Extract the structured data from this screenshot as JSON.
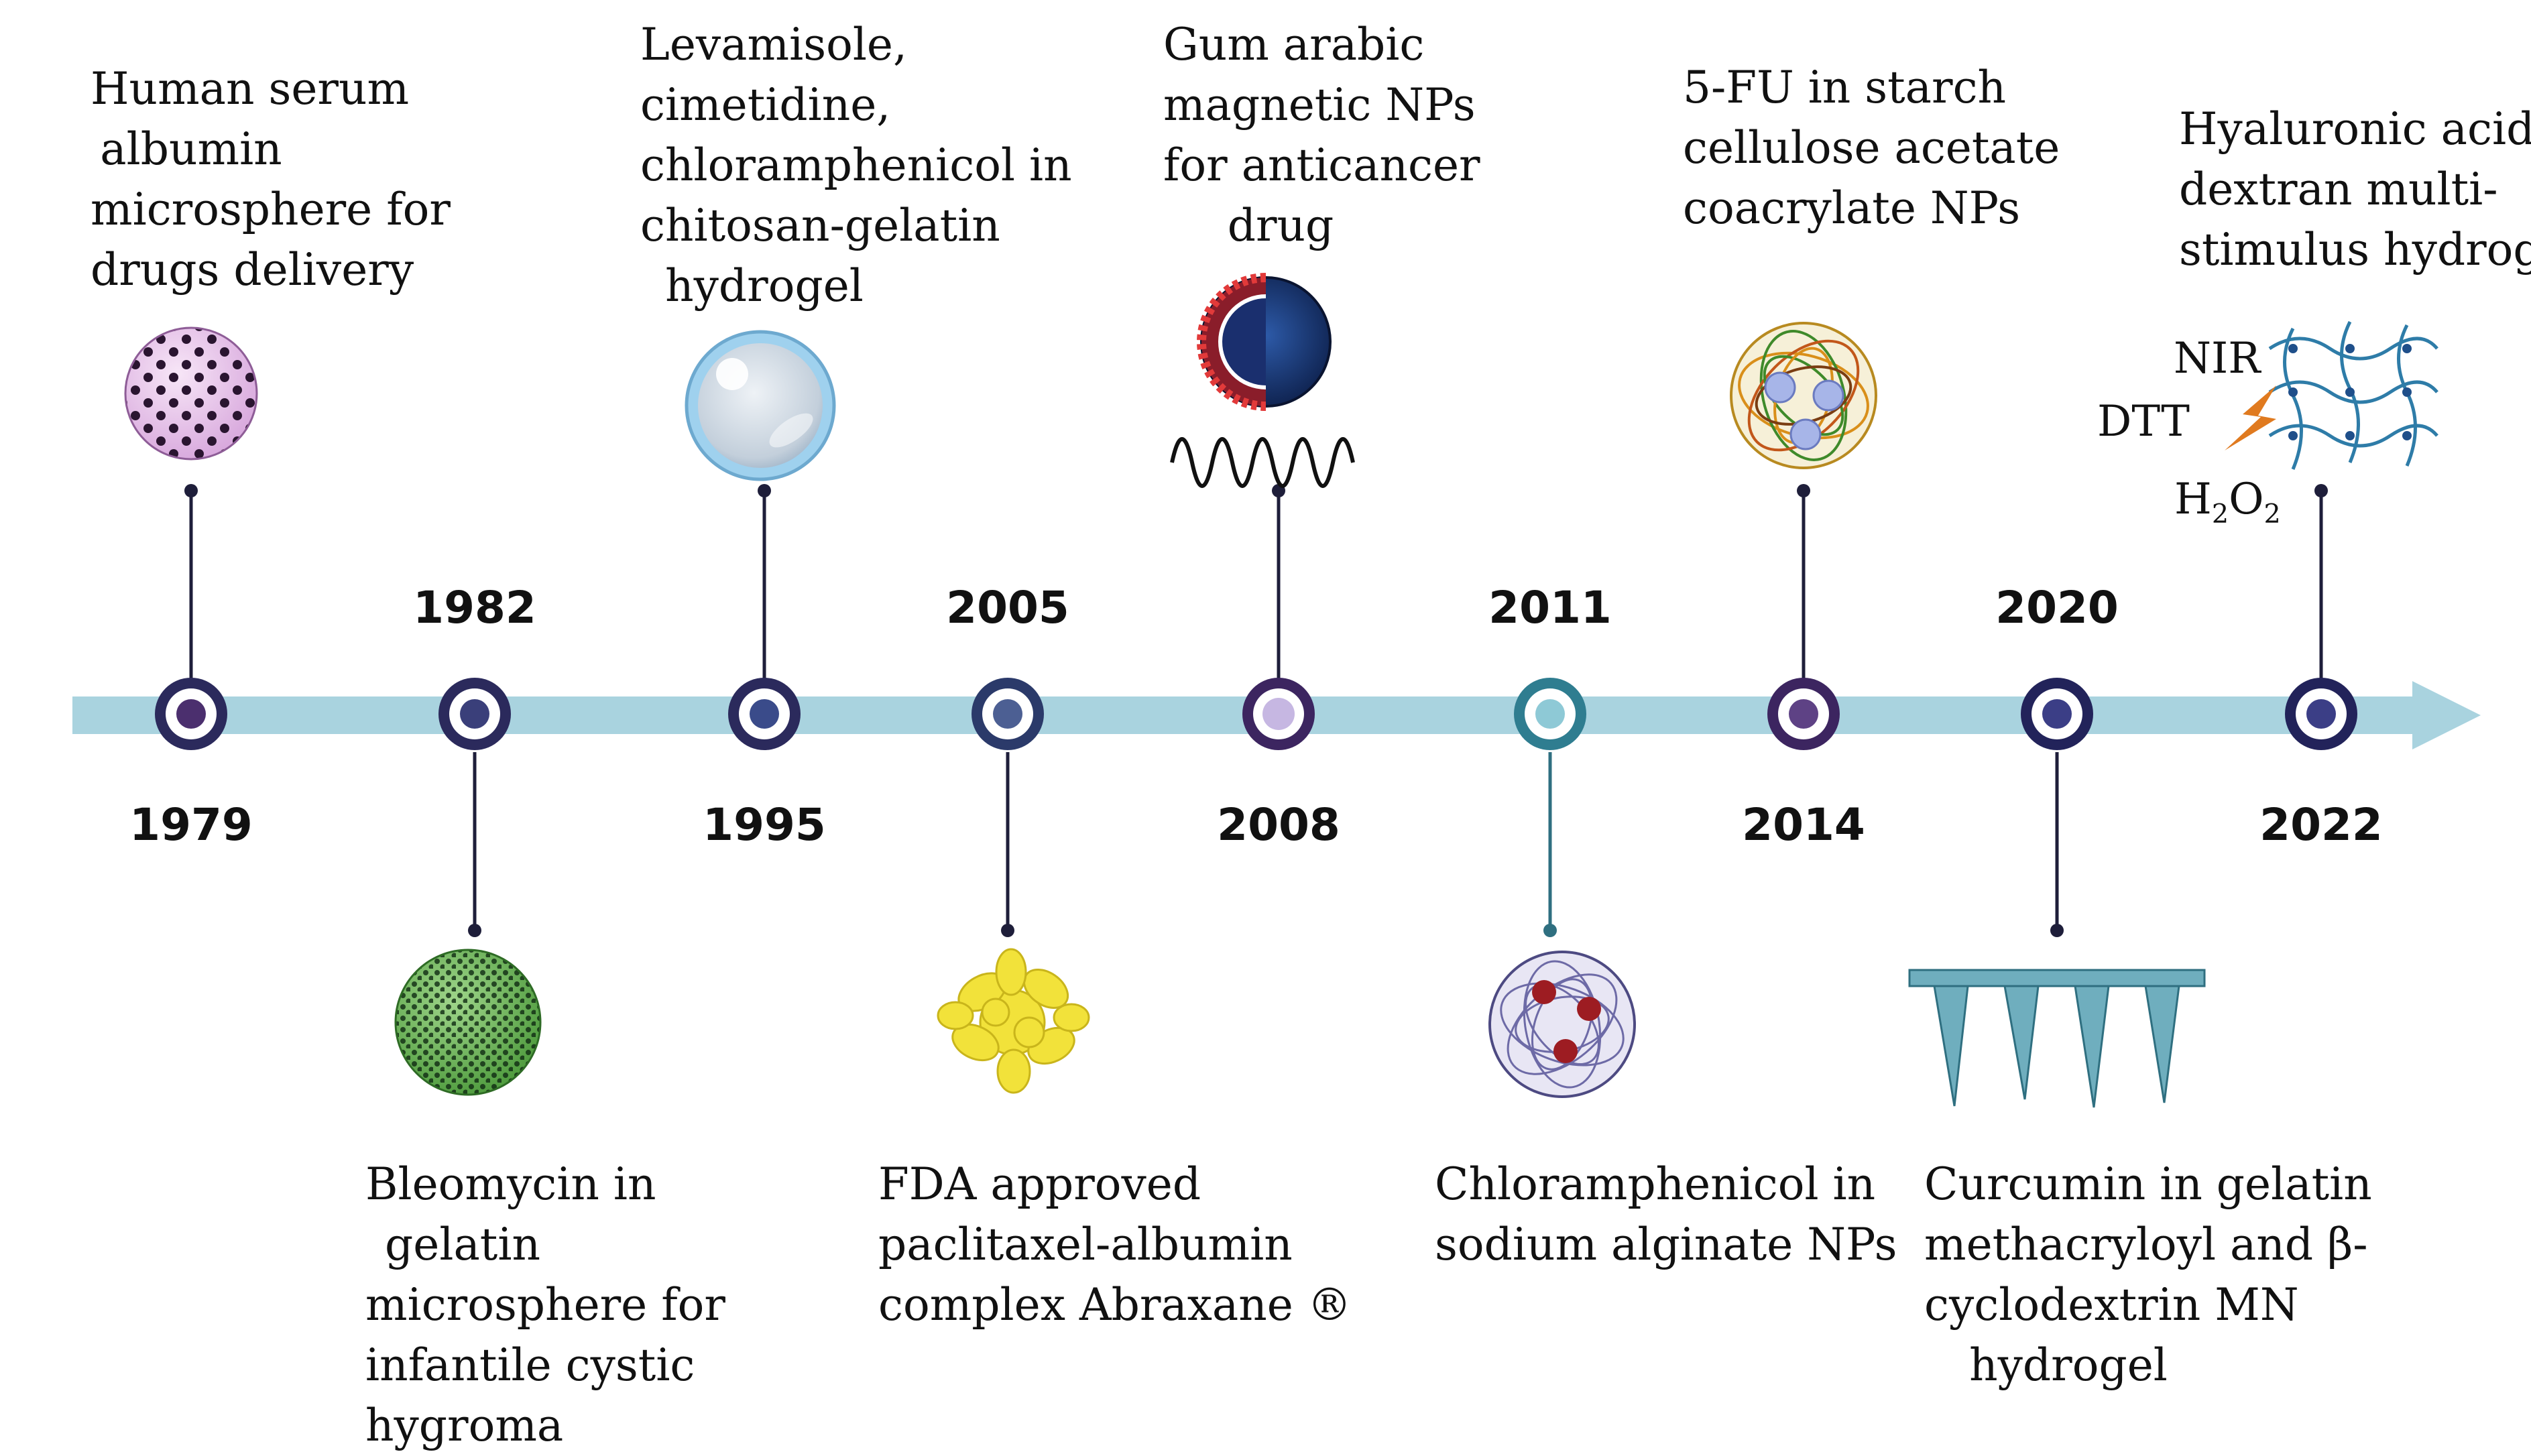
{
  "timeline": {
    "above": [
      {
        "year": "1979",
        "lines": [
          "Human serum",
          "albumin",
          "microsphere for",
          "drugs delivery"
        ],
        "icon": "pink-dotted-sphere-icon"
      },
      {
        "year": "1995",
        "lines": [
          "Levamisole,",
          "cimetidine,",
          "chloramphenicol in",
          "chitosan-gelatin",
          "hydrogel"
        ],
        "icon": "bubble-sphere-icon"
      },
      {
        "year": "2008",
        "lines": [
          "Gum arabic",
          "magnetic NPs",
          "for anticancer",
          "drug"
        ],
        "icon": "magnetic-nanoparticle-icon"
      },
      {
        "year": "2014",
        "lines": [
          "5-FU in starch",
          "cellulose acetate",
          "coacrylate NPs"
        ],
        "icon": "polymer-nanoparticle-icon"
      },
      {
        "year": "2022",
        "lines": [
          "Hyaluronic acid/",
          "dextran multi-",
          "stimulus hydrogel"
        ],
        "icon": "hydrogel-network-icon"
      }
    ],
    "below": [
      {
        "year": "1982",
        "lines": [
          "Bleomycin in",
          "gelatin",
          "microsphere for",
          "infantile cystic",
          "hygroma"
        ],
        "icon": "green-dotted-sphere-icon"
      },
      {
        "year": "2005",
        "lines": [
          "FDA approved",
          "paclitaxel-albumin",
          "complex Abraxane ®"
        ],
        "icon": "yellow-cluster-icon"
      },
      {
        "year": "2011",
        "lines": [
          "Chloramphenicol in",
          "sodium alginate NPs"
        ],
        "icon": "alginate-nanoparticle-icon"
      },
      {
        "year": "2020",
        "lines": [
          "Curcumin in gelatin",
          "methacryloyl and β-",
          "cyclodextrin MN",
          "hydrogel"
        ],
        "icon": "microneedle-array-icon"
      }
    ],
    "stimuli": {
      "nir": "NIR",
      "dtt": "DTT",
      "h2o2_h": "H",
      "h2o2_sub1": "2",
      "h2o2_o": "O",
      "h2o2_sub2": "2"
    }
  },
  "colors": {
    "arrow": "#a9d3df",
    "node_dark": "#2b2a5c",
    "node_teal": "#2f7d90",
    "node_purple": "#5a3680"
  }
}
